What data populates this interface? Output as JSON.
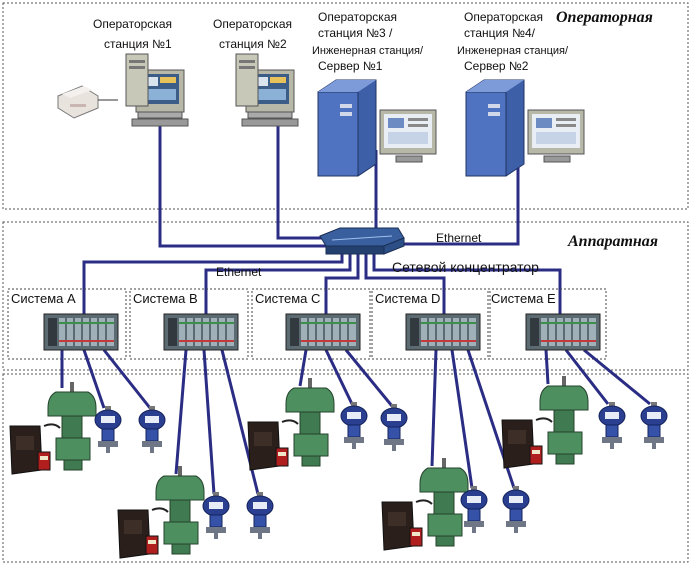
{
  "zones": {
    "operator_title": "Операторная",
    "hardware_title": "Аппаратная"
  },
  "stations": [
    {
      "line1": "Операторская",
      "line2": "станция №1"
    },
    {
      "line1": "Операторская",
      "line2": "станция №2"
    },
    {
      "line1": "Операторская",
      "line2": "станция №3 /",
      "line3": "Инженерная станция/",
      "line4": "Сервер №1"
    },
    {
      "line1": "Операторская",
      "line2": "станция №4/",
      "line3": "Инженерная станция/",
      "line4": "Сервер №2"
    }
  ],
  "network": {
    "ethernet_top": "Ethernet",
    "ethernet_bottom": "Ethernet",
    "hub_label": "Сетевой концентратор"
  },
  "systems": [
    {
      "label": "Система A"
    },
    {
      "label": "Система B"
    },
    {
      "label": "Система C"
    },
    {
      "label": "Система D"
    },
    {
      "label": "Система E"
    }
  ],
  "colors": {
    "cable": "#2b2d84",
    "valve_green": "#4e8f5f",
    "server_blue": "#3d5fa8",
    "plc_body": "#5c6b72",
    "transmitter": "#2a3f8f"
  }
}
